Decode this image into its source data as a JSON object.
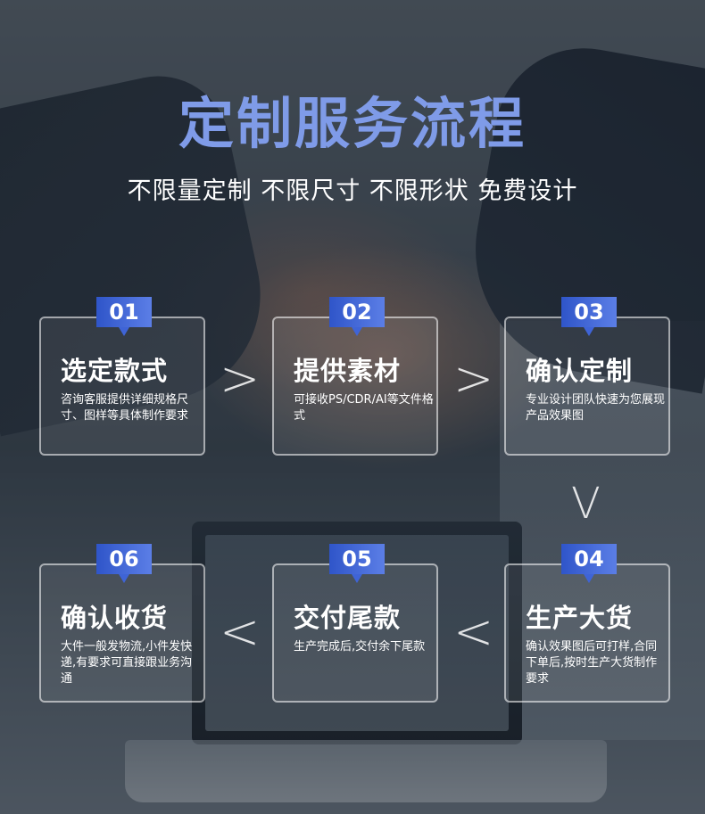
{
  "title": "定制服务流程",
  "subtitle": "不限量定制  不限尺寸  不限形状  免费设计",
  "steps": [
    {
      "num": "01",
      "title": "选定款式",
      "desc": "咨询客服提供详细规格尺寸、图样等具体制作要求"
    },
    {
      "num": "02",
      "title": "提供素材",
      "desc": "可接收PS/CDR/AI等文件格式"
    },
    {
      "num": "03",
      "title": "确认定制",
      "desc": "专业设计团队快速为您展现产品效果图"
    },
    {
      "num": "04",
      "title": "生产大货",
      "desc": "确认效果图后可打样,合同下单后,按时生产大货制作要求"
    },
    {
      "num": "05",
      "title": "交付尾款",
      "desc": "生产完成后,交付余下尾款"
    },
    {
      "num": "06",
      "title": "确认收货",
      "desc": "大件一般发物流,小件发快递,有要求可直接跟业务沟通"
    }
  ],
  "arrows": {
    "right": ">",
    "down": "V",
    "left": "<"
  },
  "colors": {
    "title": "#7f9be8",
    "badge": "#3f64d6"
  }
}
